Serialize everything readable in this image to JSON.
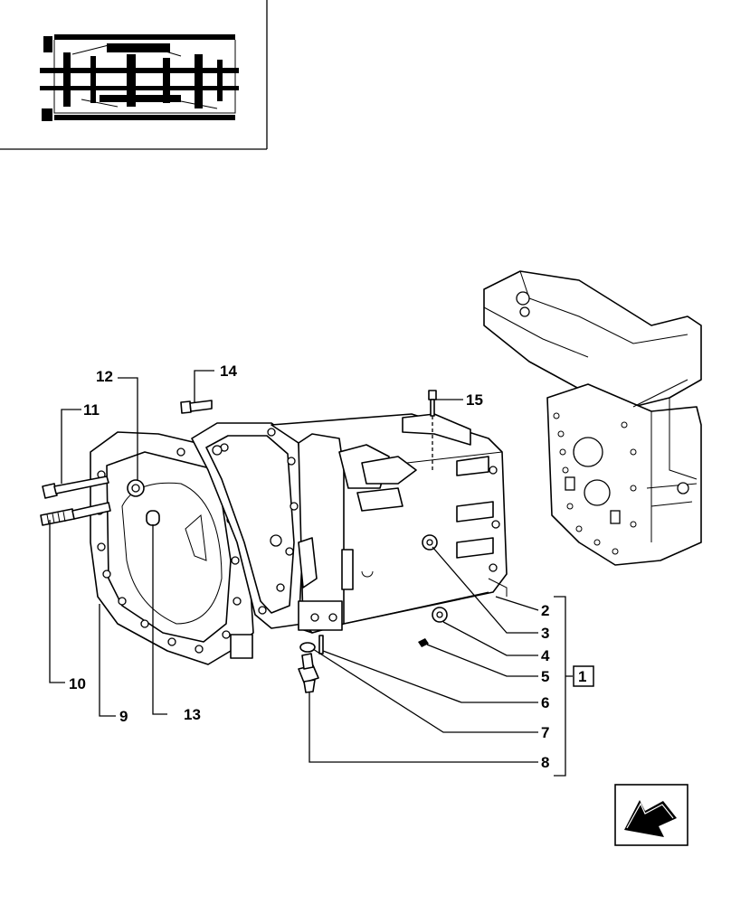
{
  "callouts": {
    "c2": "2",
    "c3": "3",
    "c4": "4",
    "c5": "5",
    "c6": "6",
    "c7": "7",
    "c8": "8",
    "c9": "9",
    "c10": "10",
    "c11": "11",
    "c12": "12",
    "c13": "13",
    "c14": "14",
    "c15": "15"
  },
  "group_label": "1",
  "nav_icon": "next-page-arrow-icon"
}
